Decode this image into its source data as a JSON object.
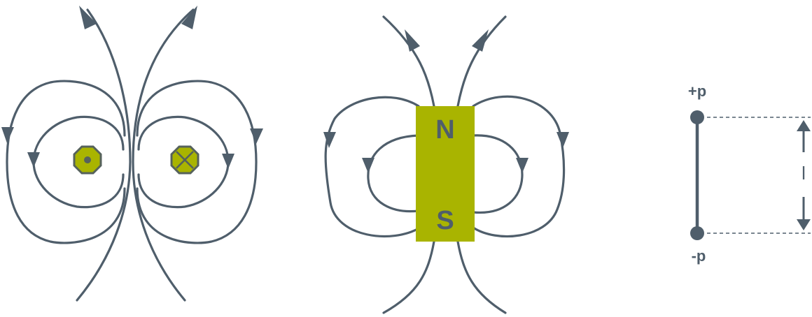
{
  "wire_pair": {
    "left_wire": "current-out-of-page",
    "right_wire": "current-into-page"
  },
  "bar_magnet": {
    "north_label": "N",
    "south_label": "S"
  },
  "dipole": {
    "positive_label": "+p",
    "negative_label": "-p",
    "length_label": "l"
  },
  "colors": {
    "line": "#4f5e6b",
    "accent": "#a9b400"
  }
}
